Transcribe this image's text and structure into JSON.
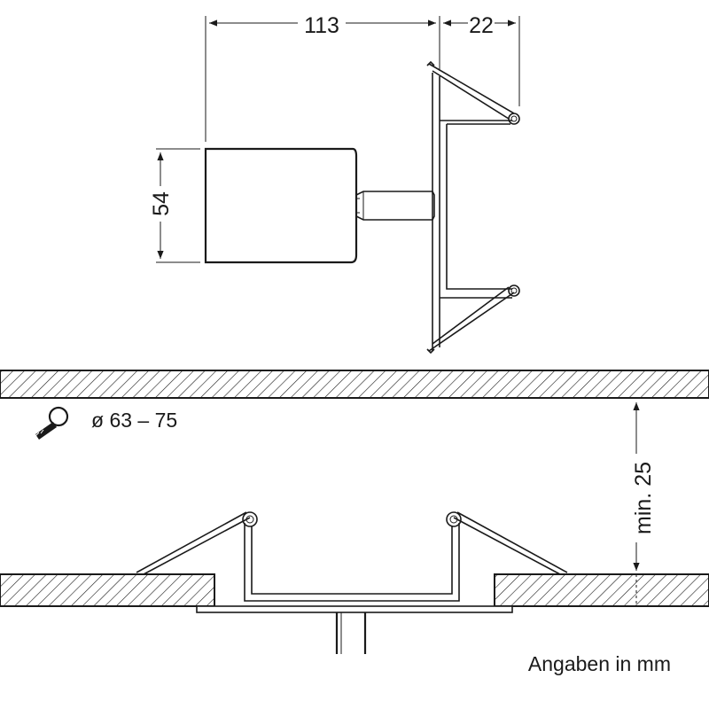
{
  "dimensions": {
    "spotlight_length": "113",
    "frame_depth": "22",
    "head_diameter": "54",
    "cutout_diameter": "ø 63 – 75",
    "mounting_depth": "min. 25"
  },
  "note": "Angaben in mm",
  "icons": {
    "hole_saw": "hole-saw-icon"
  },
  "colors": {
    "line": "#1a1a1a",
    "background": "#ffffff"
  }
}
